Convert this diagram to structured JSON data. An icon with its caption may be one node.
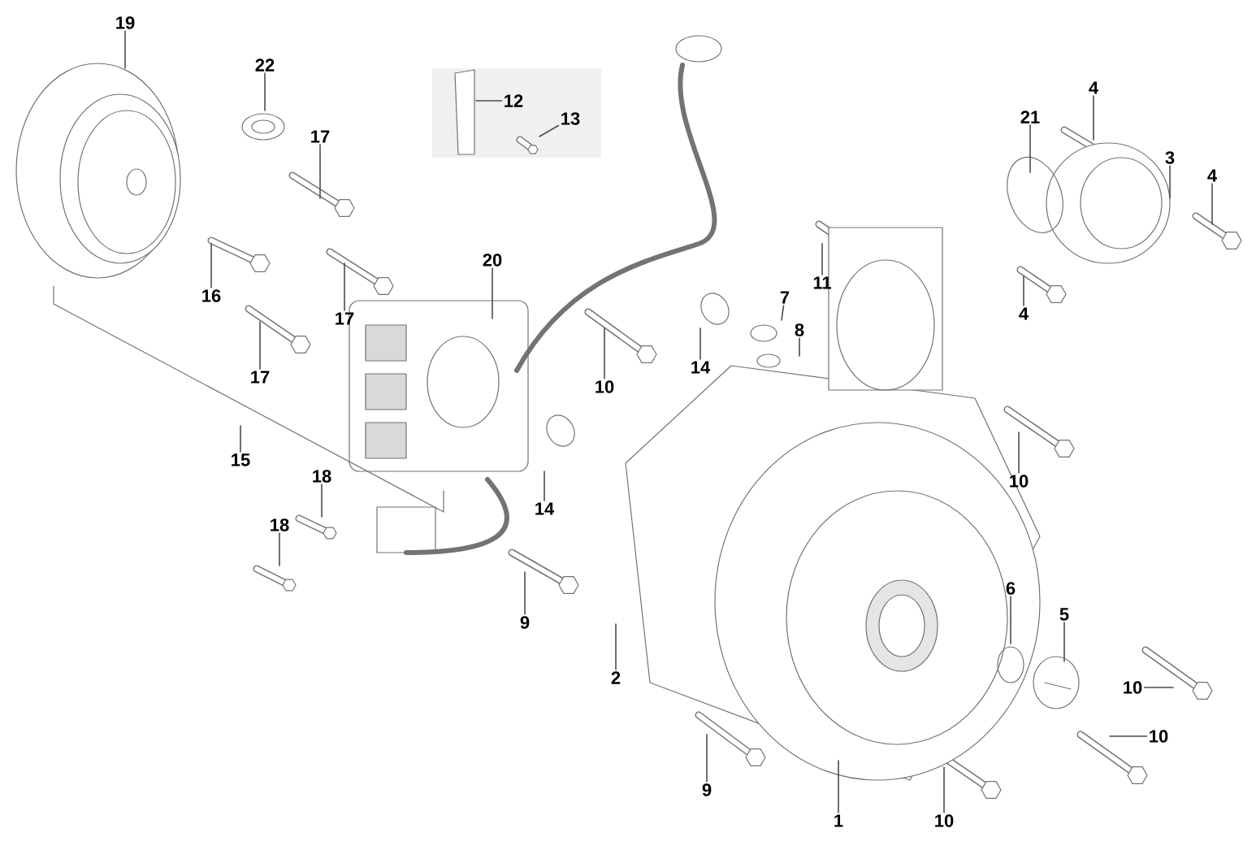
{
  "diagram": {
    "nodes": [
      {
        "text": [
          "19"
        ]
      },
      {
        "text": [
          "22"
        ]
      },
      {
        "text": [
          "12"
        ]
      },
      {
        "text": [
          "13"
        ]
      },
      {
        "text": [
          "17"
        ]
      },
      {
        "text": [
          "16"
        ]
      },
      {
        "text": [
          "17"
        ]
      },
      {
        "text": [
          "17"
        ]
      },
      {
        "text": [
          "20"
        ]
      },
      {
        "text": [
          "15"
        ]
      },
      {
        "text": [
          "18"
        ]
      },
      {
        "text": [
          "18"
        ]
      },
      {
        "text": [
          "14"
        ]
      },
      {
        "text": [
          "9"
        ]
      },
      {
        "text": [
          "2"
        ]
      },
      {
        "text": [
          "10"
        ]
      },
      {
        "text": [
          "14"
        ]
      },
      {
        "text": [
          "11"
        ]
      },
      {
        "text": [
          "7"
        ]
      },
      {
        "text": [
          "8"
        ]
      },
      {
        "text": [
          "21"
        ]
      },
      {
        "text": [
          "4"
        ]
      },
      {
        "text": [
          "3"
        ]
      },
      {
        "text": [
          "4"
        ]
      },
      {
        "text": [
          "4"
        ]
      },
      {
        "text": [
          "10"
        ]
      },
      {
        "text": [
          "6"
        ]
      },
      {
        "text": [
          "5"
        ]
      },
      {
        "text": [
          "10"
        ]
      },
      {
        "text": [
          "10"
        ]
      },
      {
        "text": [
          "9"
        ]
      },
      {
        "text": [
          "1"
        ]
      },
      {
        "text": [
          "10"
        ]
      }
    ],
    "edges": [
      {
        "from": 0,
        "to": null,
        "arrow": "none"
      },
      {
        "from": 1,
        "to": null,
        "arrow": "none"
      },
      {
        "from": 2,
        "to": null,
        "arrow": "none"
      },
      {
        "from": 3,
        "to": null,
        "arrow": "none"
      },
      {
        "from": 4,
        "to": null,
        "arrow": "none"
      },
      {
        "from": 5,
        "to": null,
        "arrow": "none"
      },
      {
        "from": 6,
        "to": null,
        "arrow": "none"
      },
      {
        "from": 7,
        "to": null,
        "arrow": "none"
      },
      {
        "from": 8,
        "to": null,
        "arrow": "none"
      },
      {
        "from": 9,
        "to": null,
        "arrow": "none"
      },
      {
        "from": 10,
        "to": null,
        "arrow": "none"
      },
      {
        "from": 11,
        "to": null,
        "arrow": "none"
      },
      {
        "from": 12,
        "to": null,
        "arrow": "none"
      },
      {
        "from": 13,
        "to": null,
        "arrow": "none"
      },
      {
        "from": 14,
        "to": null,
        "arrow": "none"
      },
      {
        "from": 15,
        "to": null,
        "arrow": "none"
      },
      {
        "from": 16,
        "to": null,
        "arrow": "none"
      },
      {
        "from": 17,
        "to": null,
        "arrow": "none"
      },
      {
        "from": 18,
        "to": null,
        "arrow": "none"
      },
      {
        "from": 19,
        "to": null,
        "arrow": "none"
      },
      {
        "from": 20,
        "to": null,
        "arrow": "none"
      },
      {
        "from": 21,
        "to": null,
        "arrow": "none"
      },
      {
        "from": 22,
        "to": null,
        "arrow": "none"
      },
      {
        "from": 23,
        "to": null,
        "arrow": "none"
      },
      {
        "from": 24,
        "to": null,
        "arrow": "none"
      },
      {
        "from": 25,
        "to": null,
        "arrow": "none"
      },
      {
        "from": 26,
        "to": null,
        "arrow": "none"
      },
      {
        "from": 27,
        "to": null,
        "arrow": "none"
      },
      {
        "from": 28,
        "to": null,
        "arrow": "none"
      },
      {
        "from": 29,
        "to": null,
        "arrow": "none"
      },
      {
        "from": 30,
        "to": null,
        "arrow": "none"
      },
      {
        "from": 31,
        "to": null,
        "arrow": "none"
      },
      {
        "from": 32,
        "to": null,
        "arrow": "none"
      }
    ]
  }
}
